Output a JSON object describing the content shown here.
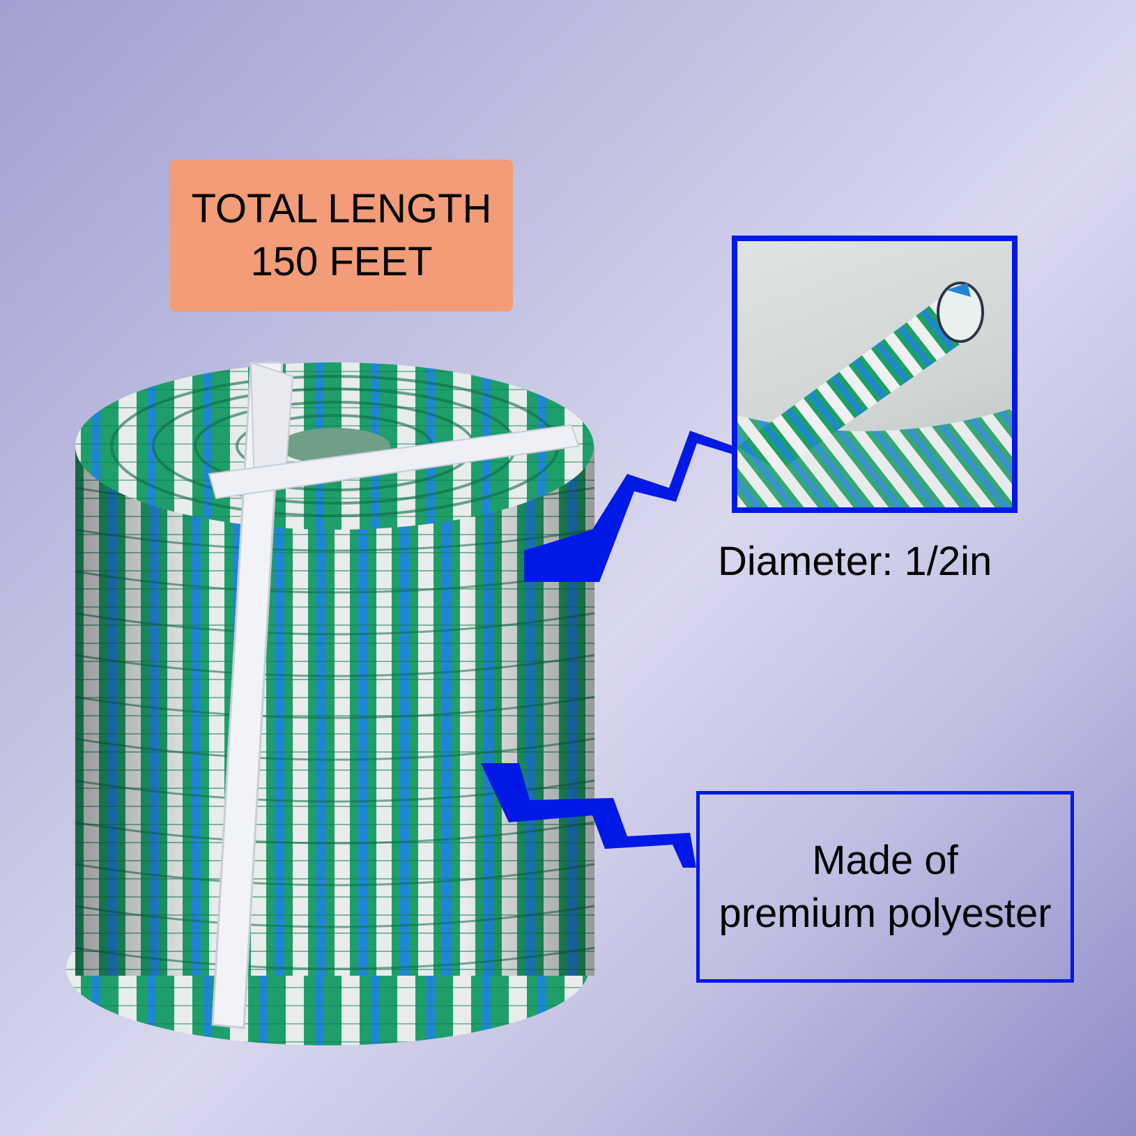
{
  "labels": {
    "length_line1": "TOTAL LENGTH",
    "length_line2": "150 FEET",
    "diameter": "Diameter: 1/2in",
    "material_line1": "Made of",
    "material_line2": "premium polyester"
  },
  "colors": {
    "length_badge": "#f29c78",
    "callout_blue": "#0019e6",
    "rope_green": "#1e9f6a",
    "rope_blue": "#1f86d6",
    "rope_white": "#e8ecec"
  },
  "icons": {
    "rope_coil": "rope-coil-illustration",
    "rope_end": "rope-end-closeup"
  }
}
